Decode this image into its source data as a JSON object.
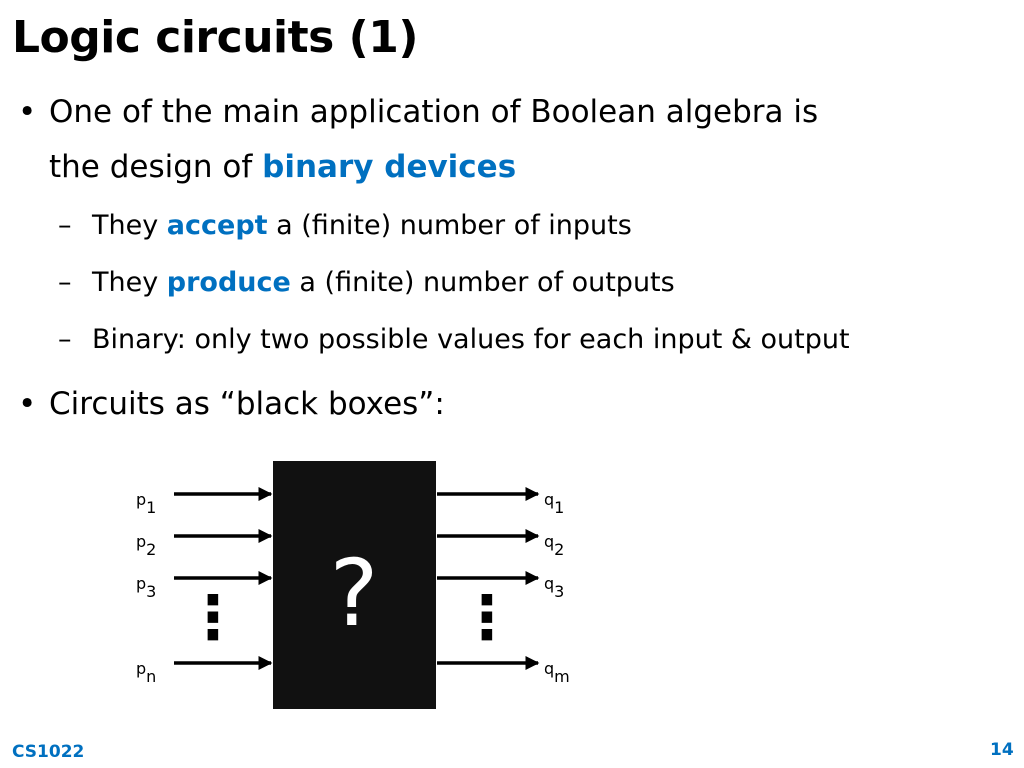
{
  "slide": {
    "title": "Logic circuits (1)",
    "bullets": [
      {
        "marker": "•",
        "line1": "One of the main application of Boolean algebra is",
        "line2_prefix": "the design of ",
        "line2_highlight": "binary devices"
      },
      {
        "marker": "•",
        "text": "Circuits as “black boxes”:"
      }
    ],
    "sub_bullets": [
      {
        "marker": "–",
        "prefix": "They ",
        "highlight": "accept",
        "suffix": " a (finite) number of inputs"
      },
      {
        "marker": "–",
        "prefix": "They ",
        "highlight": "produce",
        "suffix": " a (finite) number of outputs"
      },
      {
        "marker": "–",
        "text": "Binary: only two possible values for each input & output"
      }
    ],
    "footer": {
      "course": "CS1022",
      "page": "14"
    }
  },
  "diagram": {
    "box_label": "?",
    "box_color": "#111111",
    "input_var": "p",
    "output_var": "q",
    "input_subscripts": [
      "1",
      "2",
      "3",
      "n"
    ],
    "output_subscripts": [
      "1",
      "2",
      "3",
      "m"
    ],
    "ellipsis": "⋮"
  },
  "colors": {
    "accent": "#0070c0",
    "text": "#000000",
    "background": "#ffffff"
  }
}
